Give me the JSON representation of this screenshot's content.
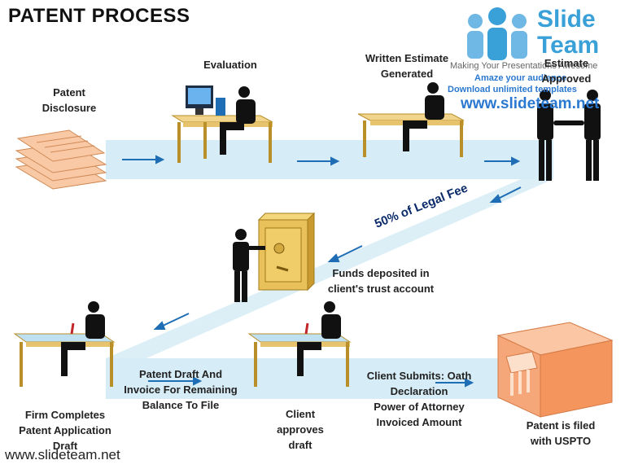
{
  "title": "PATENT PROCESS",
  "brand": {
    "name_line1": "Slide",
    "name_line2": "Team",
    "tagline": "Making Your Presentations Awesome",
    "promo_line1": "Amaze your audience",
    "promo_line2": "Download unlimited templates",
    "url": "www.slideteam.net"
  },
  "steps": {
    "patent_disclosure": "Patent\nDisclosure",
    "evaluation": "Evaluation",
    "written_estimate": "Written Estimate\nGenerated",
    "estimate_approved": "Estimate\nApproved",
    "legal_fee": "50% of Legal Fee",
    "funds_deposited": "Funds deposited in\nclient's trust account",
    "patent_draft": "Patent Draft And\nInvoice For Remaining\nBalance To File",
    "firm_completes": "Firm Completes\nPatent Application\nDraft",
    "client_approves": "Client\napproves\ndraft",
    "client_submits": "Client Submits: Oath\nDeclaration\nPower of Attorney\nInvoiced Amount",
    "patent_filed": "Patent is filed\nwith USPTO"
  },
  "footer": "www.slideteam.net",
  "colors": {
    "band": "#d6ecf6",
    "arrow": "#1f6db5",
    "desk": "#f2d58c",
    "desk_edge": "#b98f2a",
    "person": "#111111",
    "safe": "#e8c15a",
    "building": "#f6a77a"
  }
}
